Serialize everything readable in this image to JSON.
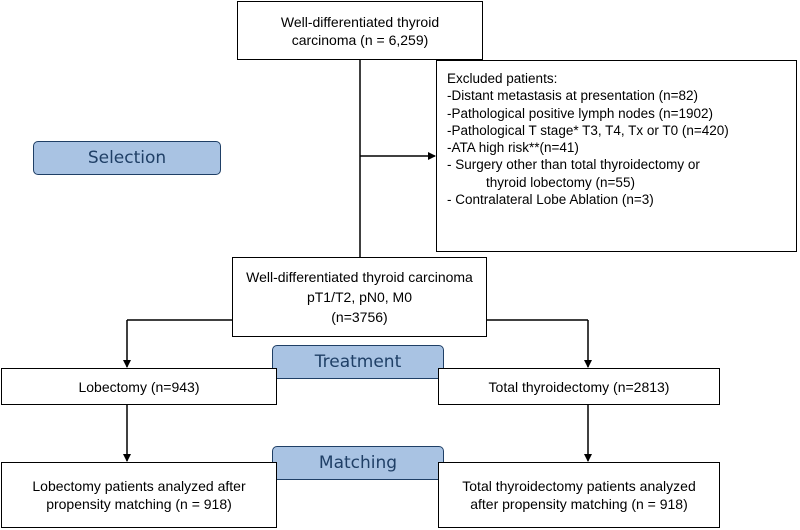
{
  "boxes": {
    "initial": [
      "Well-differentiated thyroid",
      "carcinoma (n = 6,259)"
    ],
    "eligible": [
      "Well-differentiated thyroid carcinoma",
      "pT1/T2, pN0, M0",
      "(n=3756)"
    ],
    "lobectomy": "Lobectomy (n=943)",
    "total_thyroidectomy": "Total thyroidectomy (n=2813)",
    "lobectomy_matched": [
      "Lobectomy patients analyzed after",
      "propensity matching (n = 918)"
    ],
    "total_matched": [
      "Total thyroidectomy patients analyzed",
      "after propensity matching (n = 918)"
    ]
  },
  "exclusion": {
    "title": "Excluded patients:",
    "items": [
      "-Distant metastasis at presentation (n=82)",
      "-Pathological positive lymph nodes (n=1902)",
      "-Pathological T stage* T3, T4, Tx or T0 (n=420)",
      "-ATA high risk**(n=41)",
      "- Surgery other than total thyroidectomy or",
      "thyroid lobectomy (n=55)",
      "- Contralateral Lobe Ablation (n=3)"
    ]
  },
  "phase_labels": {
    "selection": "Selection",
    "treatment": "Treatment",
    "matching": "Matching"
  }
}
